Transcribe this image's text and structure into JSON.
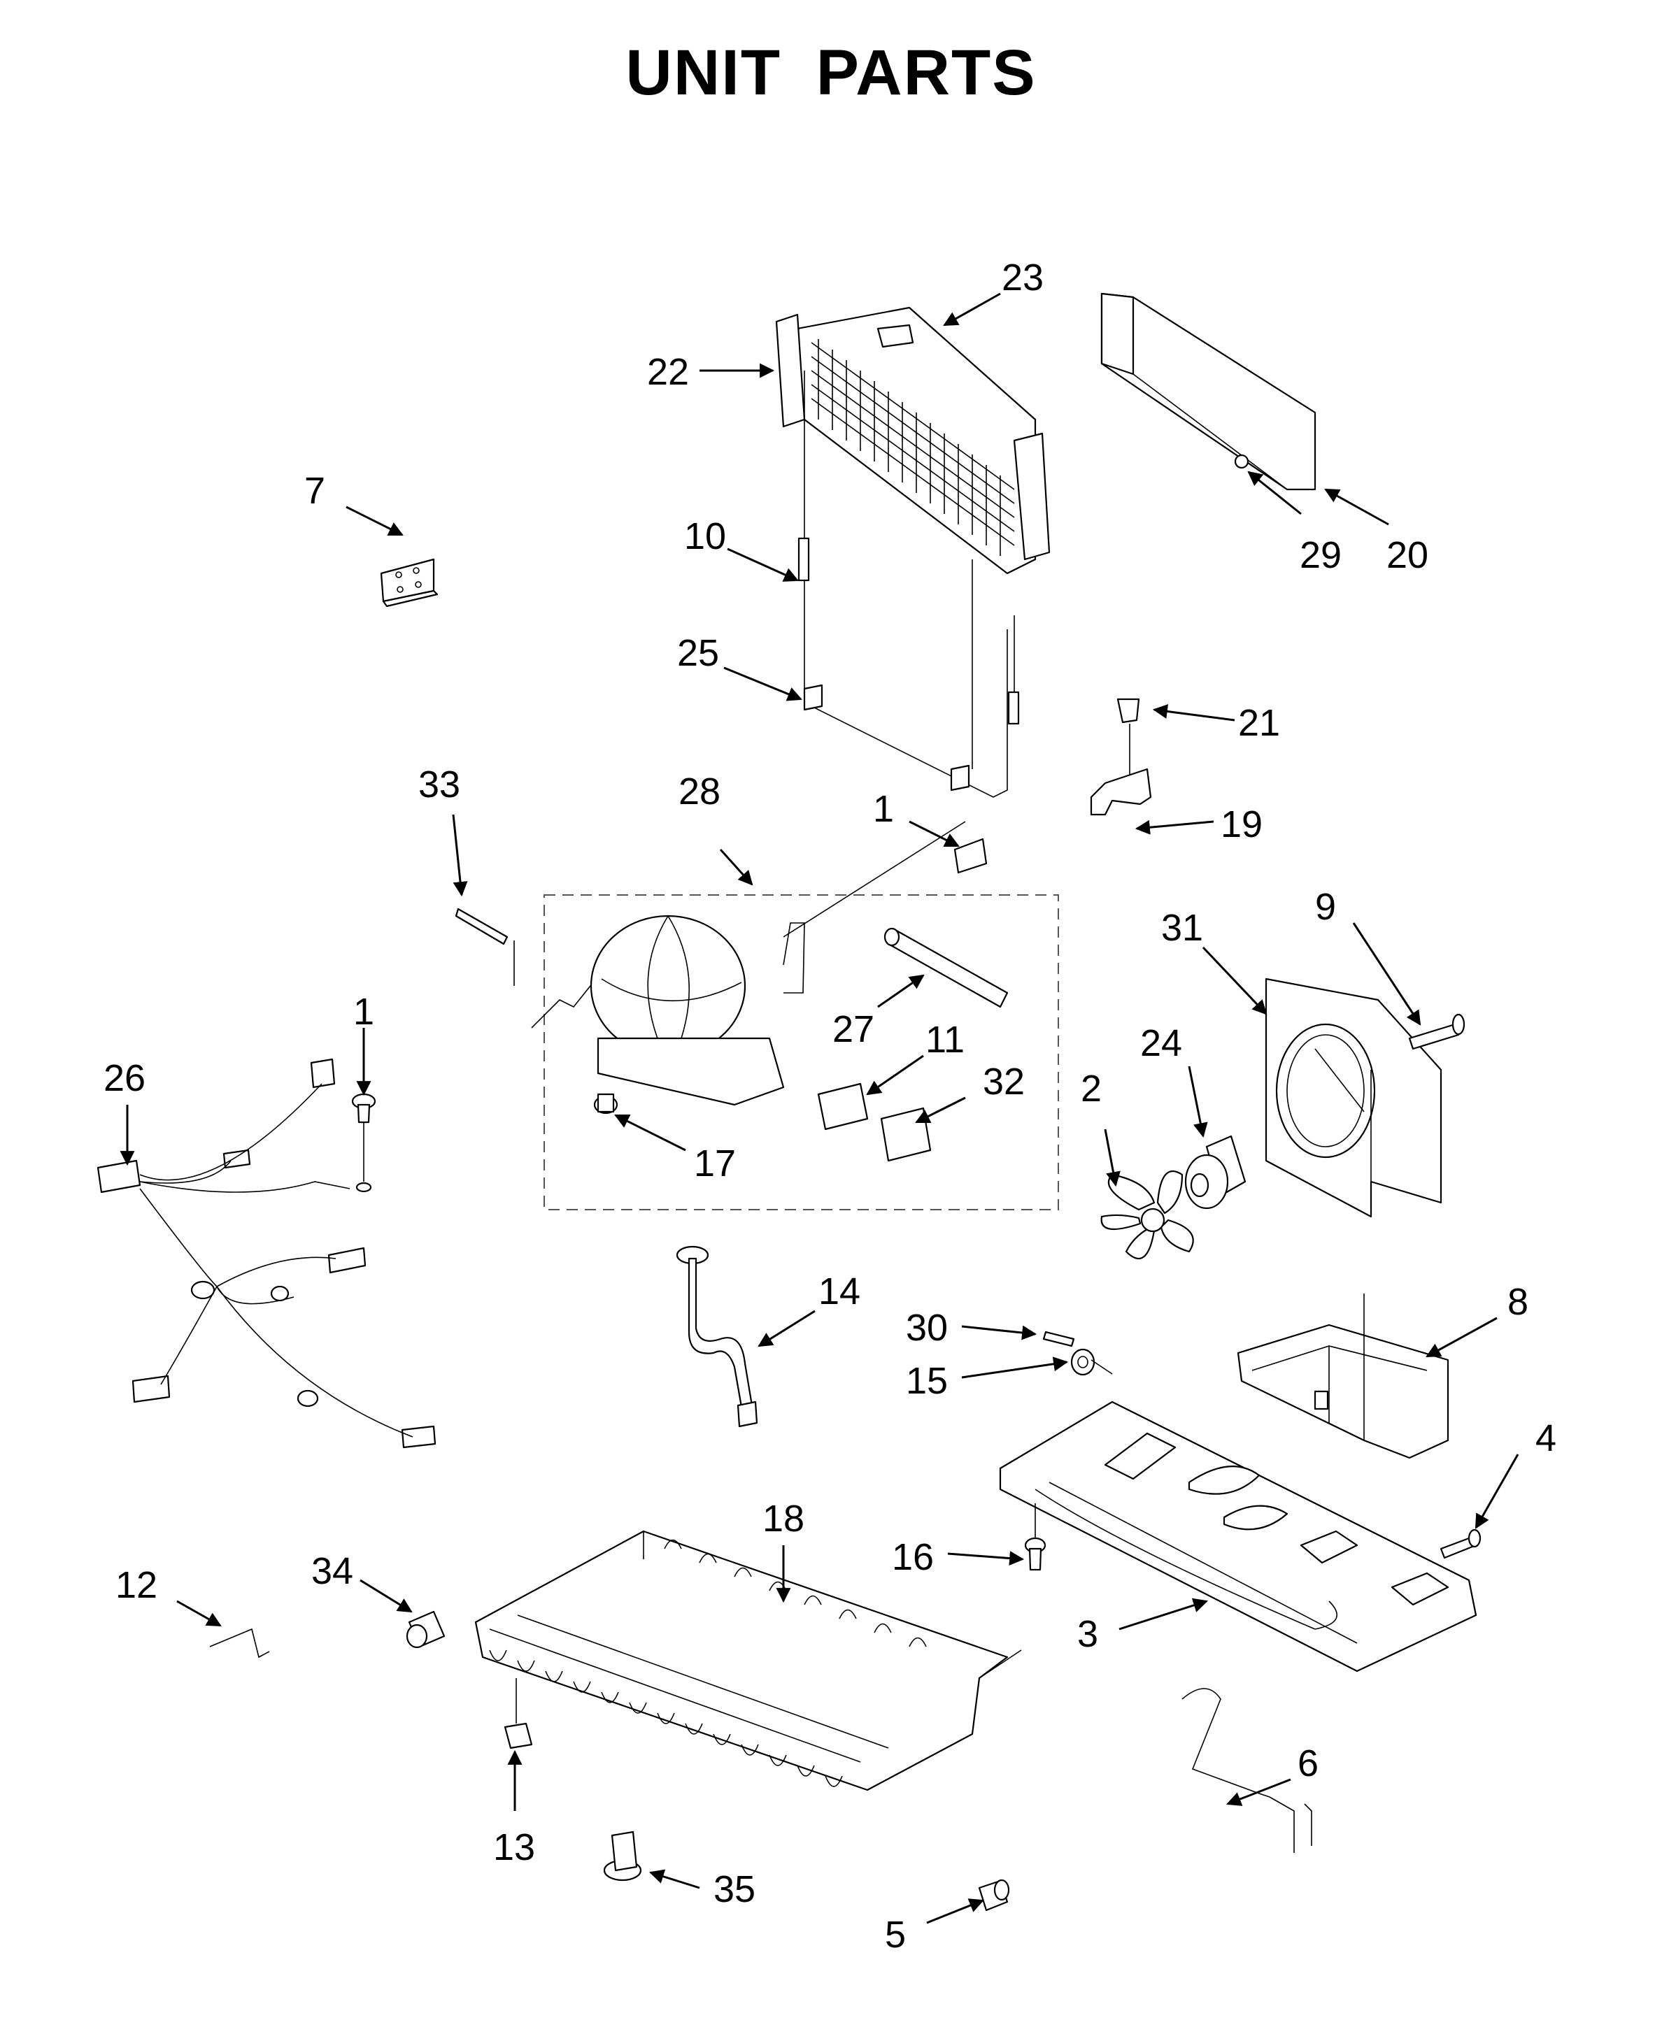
{
  "title": "UNIT PARTS",
  "callouts": [
    {
      "id": "c23",
      "label": "23"
    },
    {
      "id": "c22",
      "label": "22"
    },
    {
      "id": "c7",
      "label": "7"
    },
    {
      "id": "c10",
      "label": "10"
    },
    {
      "id": "c25",
      "label": "25"
    },
    {
      "id": "c29",
      "label": "29"
    },
    {
      "id": "c20",
      "label": "20"
    },
    {
      "id": "c21",
      "label": "21"
    },
    {
      "id": "c19",
      "label": "19"
    },
    {
      "id": "c33",
      "label": "33"
    },
    {
      "id": "c28",
      "label": "28"
    },
    {
      "id": "c1a",
      "label": "1"
    },
    {
      "id": "c9",
      "label": "9"
    },
    {
      "id": "c31",
      "label": "31"
    },
    {
      "id": "c1b",
      "label": "1"
    },
    {
      "id": "c26",
      "label": "26"
    },
    {
      "id": "c27",
      "label": "27"
    },
    {
      "id": "c11",
      "label": "11"
    },
    {
      "id": "c24",
      "label": "24"
    },
    {
      "id": "c32",
      "label": "32"
    },
    {
      "id": "c2",
      "label": "2"
    },
    {
      "id": "c17",
      "label": "17"
    },
    {
      "id": "c14",
      "label": "14"
    },
    {
      "id": "c8",
      "label": "8"
    },
    {
      "id": "c30",
      "label": "30"
    },
    {
      "id": "c15",
      "label": "15"
    },
    {
      "id": "c4",
      "label": "4"
    },
    {
      "id": "c18",
      "label": "18"
    },
    {
      "id": "c16",
      "label": "16"
    },
    {
      "id": "c34",
      "label": "34"
    },
    {
      "id": "c12",
      "label": "12"
    },
    {
      "id": "c3",
      "label": "3"
    },
    {
      "id": "c6",
      "label": "6"
    },
    {
      "id": "c13",
      "label": "13"
    },
    {
      "id": "c35",
      "label": "35"
    },
    {
      "id": "c5",
      "label": "5"
    }
  ]
}
